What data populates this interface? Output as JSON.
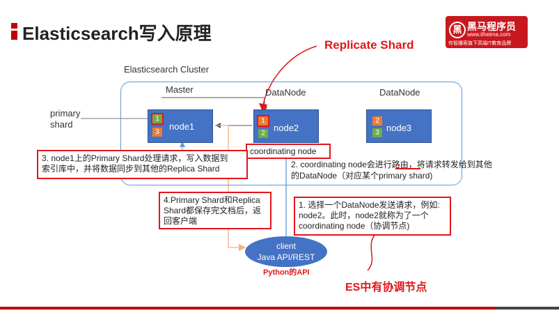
{
  "title": "Elasticsearch写入原理",
  "logo": {
    "glyph": "黑",
    "name": "黑马程序员",
    "url": "www.itheima.com",
    "slogan": "传智播客旗下高端IT教育品牌"
  },
  "annotations": {
    "replicate_shard": "Replicate Shard",
    "python_api": "Python的API",
    "es_coordinating": "ES中有协调节点"
  },
  "cluster": {
    "title": "Elasticsearch Cluster",
    "role_master": "Master",
    "role_datanode_1": "DataNode",
    "role_datanode_2": "DataNode",
    "primary_shard_label_1": "primary",
    "primary_shard_label_2": "shard",
    "nodes": [
      {
        "name": "node1",
        "shards": [
          "1",
          "3"
        ]
      },
      {
        "name": "node2",
        "shards": [
          "1",
          "2"
        ]
      },
      {
        "name": "node3",
        "shards": [
          "2",
          "3"
        ]
      }
    ]
  },
  "coordinating_node_label": "coordinating node",
  "step3": {
    "line1": "3. node1上的Primary Shard处理请求，写入数据到",
    "line2": "索引库中，并将数据同步到其他的Replica Shard"
  },
  "step2": {
    "line1": "2. coordinating node会进行路由，将请求转发给到其他",
    "line2": "的DataNode（对应某个primary shard)"
  },
  "step4": {
    "line1": "4.Primary Shard和Replica",
    "line2": "Shard都保存完文档后，返",
    "line3": "回客户端"
  },
  "step1": {
    "line1": "1. 选择一个DataNode发送请求，例如:",
    "line2": "node2。此时，node2就称为了一个",
    "line3": "coordinating node（协调节点)"
  },
  "client": {
    "line1": "client",
    "line2": "Java API/REST"
  },
  "colors": {
    "accent_red": "#e3151a",
    "node_blue": "#4472c4",
    "shard_orange": "#ed7d31",
    "shard_green": "#70ad47",
    "cluster_border": "#5b9bd5"
  }
}
